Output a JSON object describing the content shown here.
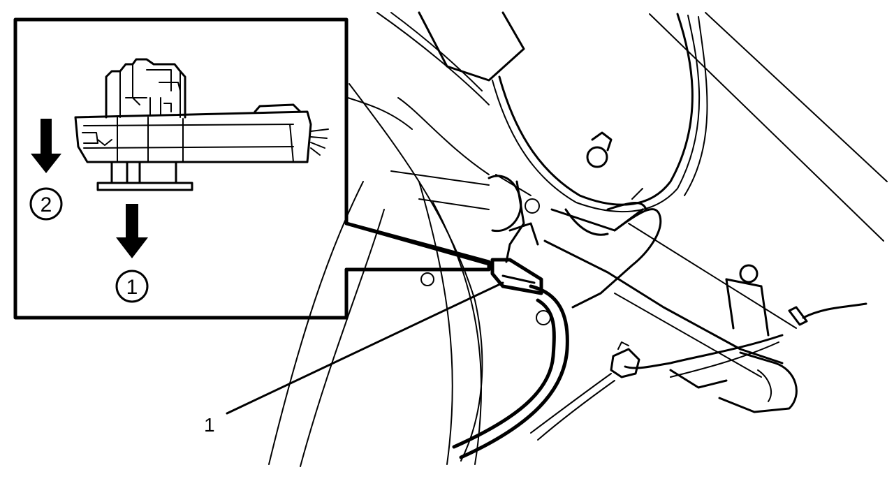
{
  "callout": {
    "part_number": "1"
  },
  "inset": {
    "steps": [
      {
        "label": "1",
        "icon": "arrow-down-icon"
      },
      {
        "label": "2",
        "icon": "arrow-down-icon"
      }
    ]
  },
  "colors": {
    "line": "#000000",
    "background": "#ffffff"
  }
}
